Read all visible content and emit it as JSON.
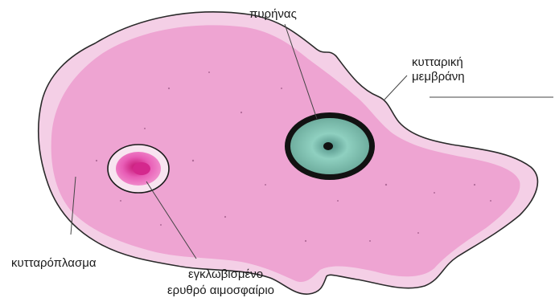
{
  "labels": {
    "nucleus": "πυρήνας",
    "membrane_line1": "κυτταρική",
    "membrane_line2": "μεμβράνη",
    "cytoplasm": "κυτταρόπλασμα",
    "rbc_line1": "εγκλωβισμένο",
    "rbc_line2": "ερυθρό αιμοσφαίριο"
  },
  "colors": {
    "cytoplasm": "#f0a9d4",
    "cytoplasm_inner": "#eea4d2",
    "ectoplasm_rim": "#f7e2ef",
    "membrane": "#2a2a2a",
    "nucleus_fill": "#7fbfb0",
    "nucleus_ring": "#121212",
    "rbc_fill": "#e64fb0",
    "rbc_center": "#d41e86",
    "leader_lines": "#444444",
    "text": "#1a1a1a"
  }
}
